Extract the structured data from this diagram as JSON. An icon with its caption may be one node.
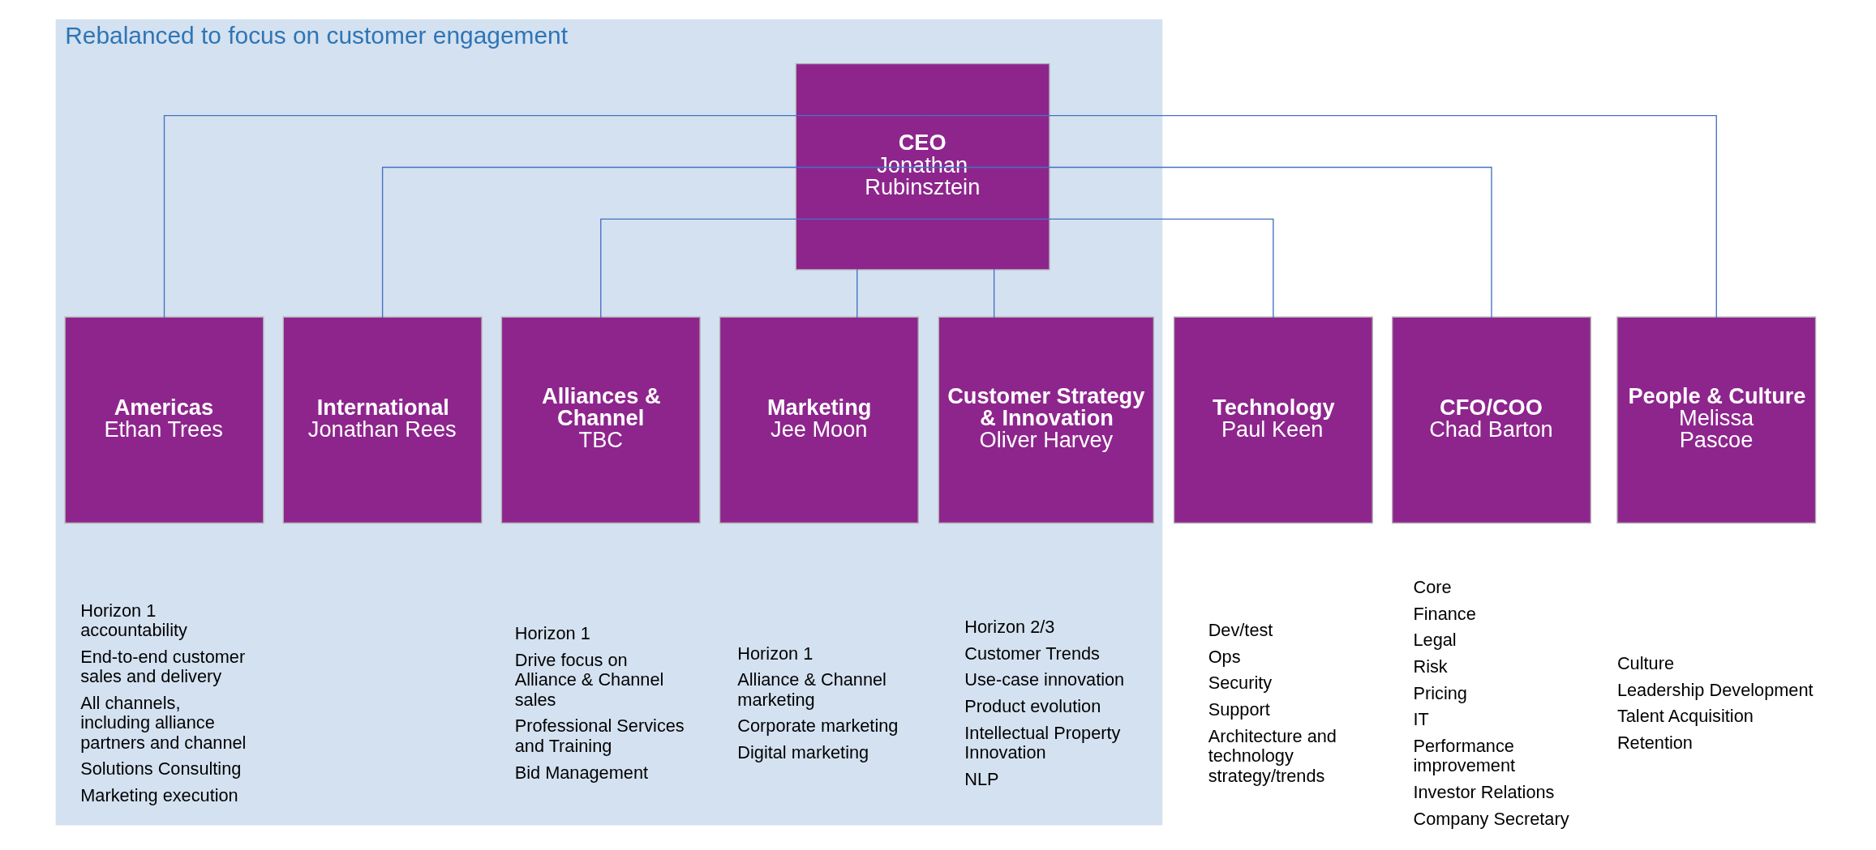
{
  "diagram": {
    "nodes": [
      {
        "text": [
          "Rebalanced to focus on customer engagement"
        ]
      },
      {
        "text": [
          "CEO",
          "Jonathan Rubinsztein"
        ],
        "in": 0
      },
      {
        "text": [
          "Americas",
          "Ethan Trees"
        ],
        "in": 0,
        "beside": [
          "Horizon 1 accountability",
          "End-to-end customer sales and delivery",
          "All channels, including alliance partners and channel",
          "Solutions Consulting",
          "Marketing execution"
        ]
      },
      {
        "text": [
          "International",
          "Jonathan Rees"
        ],
        "in": 0
      },
      {
        "text": [
          "Alliances & Channel",
          "TBC"
        ],
        "in": 0,
        "beside": [
          "Horizon 1",
          "Drive focus on Alliance & Channel sales",
          "Professional Services and Training",
          "Bid Management"
        ]
      },
      {
        "text": [
          "Marketing",
          "Jee Moon"
        ],
        "in": 0,
        "beside": [
          "Horizon 1",
          "Alliance & Channel marketing",
          "Corporate marketing",
          "Digital marketing"
        ]
      },
      {
        "text": [
          "Customer Strategy & Innovation",
          "Oliver Harvey"
        ],
        "in": 0,
        "beside": [
          "Horizon 2/3",
          "Customer Trends",
          "Use-case innovation",
          "Product evolution",
          "Intellectual Property Innovation",
          "NLP"
        ]
      },
      {
        "text": [
          "Technology",
          "Paul Keen"
        ],
        "beside": [
          "Dev/test",
          "Ops",
          "Security",
          "Support",
          "Architecture and technology strategy/trends"
        ]
      },
      {
        "text": [
          "CFO/COO",
          "Chad Barton"
        ],
        "beside": [
          "Core",
          "Finance",
          "Legal",
          "Risk",
          "Pricing",
          "IT",
          "Performance improvement",
          "Investor Relations",
          "Company Secretary"
        ]
      },
      {
        "text": [
          "People & Culture",
          "Melissa Pascoe"
        ],
        "beside": [
          "Culture",
          "Leadership Development",
          "Talent Acquisition",
          "Retention"
        ]
      }
    ],
    "edges": [
      {
        "from": 1,
        "to": 2,
        "arrow": "none"
      },
      {
        "from": 1,
        "to": 3,
        "arrow": "none"
      },
      {
        "from": 1,
        "to": 4,
        "arrow": "none"
      },
      {
        "from": 1,
        "to": 5,
        "arrow": "none"
      },
      {
        "from": 1,
        "to": 6,
        "arrow": "none"
      },
      {
        "from": 1,
        "to": 7,
        "arrow": "none"
      },
      {
        "from": 1,
        "to": 8,
        "arrow": "none"
      },
      {
        "from": 1,
        "to": 9,
        "arrow": "none"
      }
    ]
  }
}
